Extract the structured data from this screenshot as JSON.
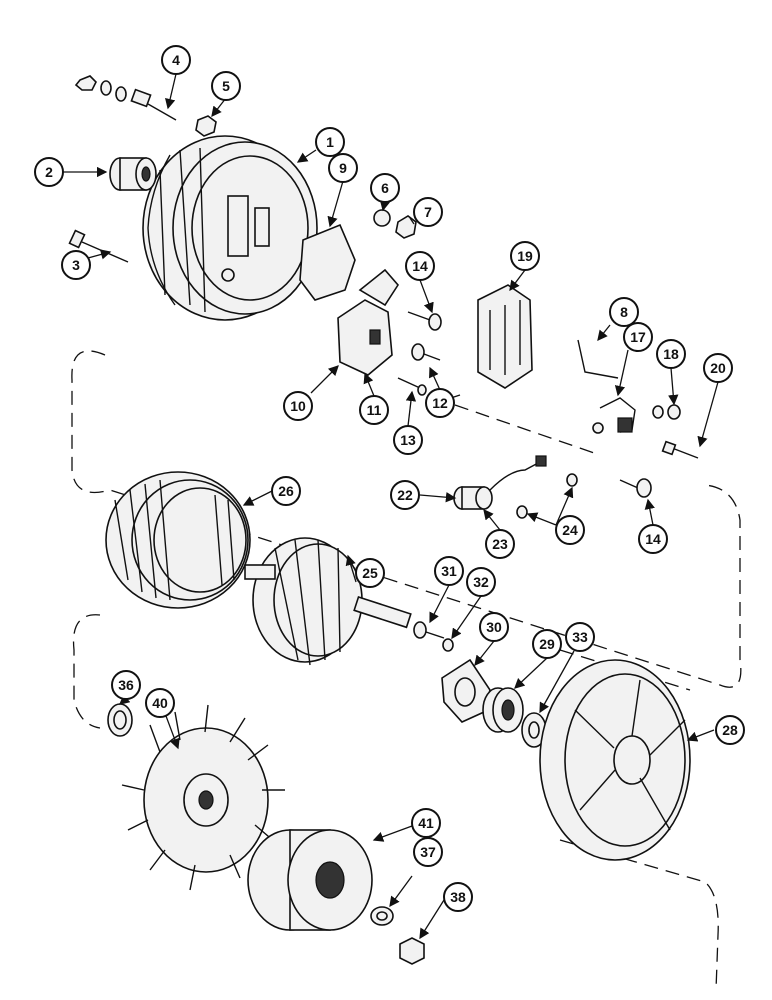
{
  "diagram": {
    "callouts": [
      "1",
      "2",
      "3",
      "4",
      "5",
      "6",
      "7",
      "8",
      "9",
      "10",
      "11",
      "12",
      "13",
      "14",
      "14",
      "17",
      "18",
      "19",
      "20",
      "22",
      "23",
      "24",
      "25",
      "26",
      "28",
      "29",
      "30",
      "31",
      "32",
      "33",
      "36",
      "37",
      "38",
      "40",
      "41"
    ]
  }
}
